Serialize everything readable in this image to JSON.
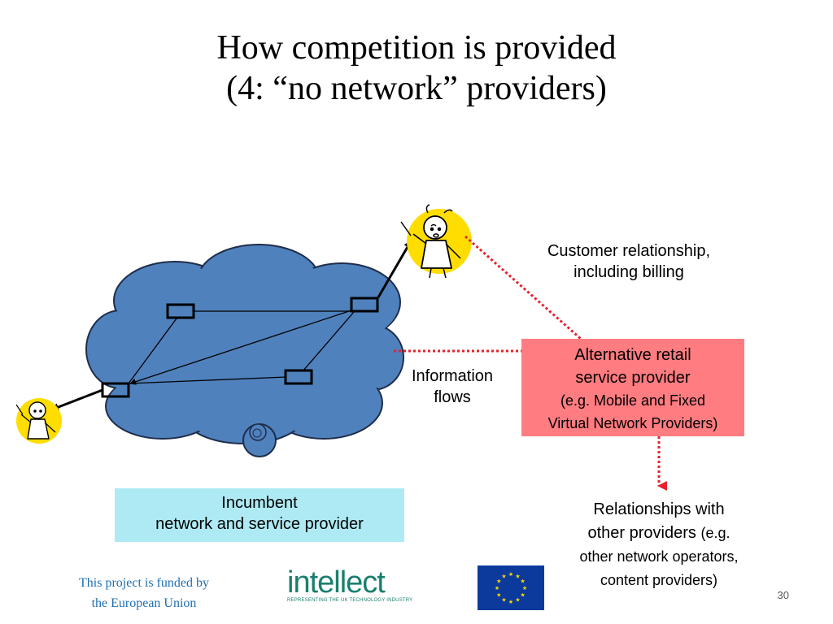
{
  "title_line1": "How competition is provided",
  "title_line2": "(4: “no network” providers)",
  "customer_relationship": [
    "Customer relationship,",
    "including  billing"
  ],
  "information_flows": [
    "Information",
    "flows"
  ],
  "alt_provider": {
    "line1": "Alternative retail",
    "line2": "service provider",
    "line3": "(e.g. Mobile and Fixed",
    "line4": "Virtual Network Providers)"
  },
  "incumbent": [
    "Incumbent",
    "network and service provider"
  ],
  "other_providers": {
    "line1": "Relationships with",
    "line2a": "other providers",
    "line2b": "(e.g.",
    "line3": "other network operators,",
    "line4": "content providers)"
  },
  "footer": {
    "funded_line1": "This project is funded by",
    "funded_line2": "the European Union",
    "logo_word": "intellect",
    "logo_tagline": "REPRESENTING THE UK TECHNOLOGY INDUSTRY",
    "page_number": "30"
  },
  "colors": {
    "cloud_fill": "#4f81bd",
    "customer_circle": "#ffdd00",
    "alt_provider_fill": "#ff7c80",
    "incumbent_fill": "#aeeaf4",
    "dotted_line": "#e8202a",
    "eu_blue": "#0b3a9c",
    "eu_star": "#ffdd00"
  },
  "icons": [
    "customer-figure-icon",
    "cloud-network-icon",
    "eu-flag-icon",
    "intellect-logo-icon"
  ]
}
